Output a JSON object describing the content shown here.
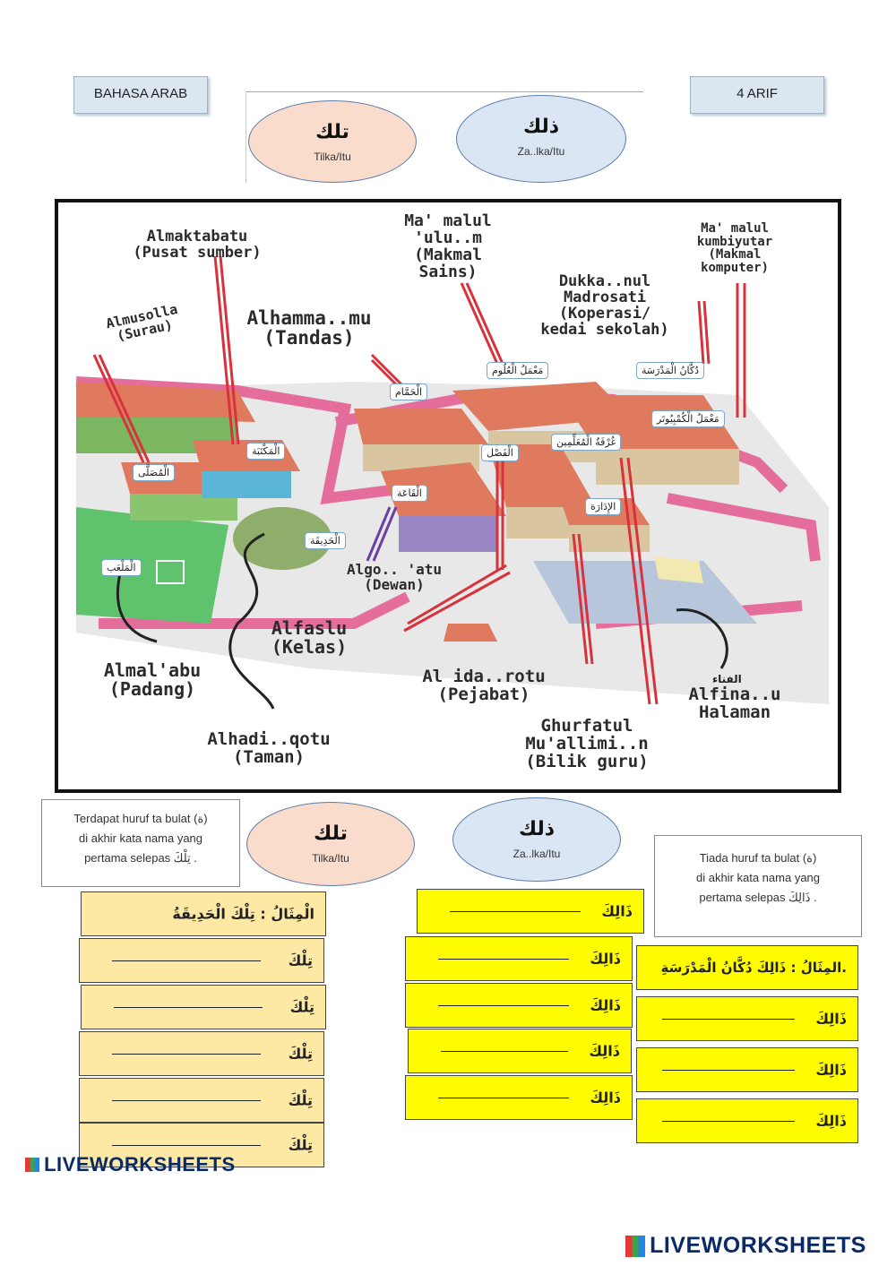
{
  "header": {
    "subject": "BAHASA ARAB",
    "class": "4 ARIF"
  },
  "top_ellipses": [
    {
      "arabic": "تلك",
      "latin": "Tilka/Itu"
    },
    {
      "arabic": "ذلك",
      "latin": "Za..lka/Itu"
    }
  ],
  "map": {
    "labels": {
      "maktabah": "Almaktabatu\n(Pusat sumber)",
      "makmal_sains": "Ma' malul\n'ulu..m\n(Makmal\nSains)",
      "makmal_komputer": "Ma' malul\nkumbiyutar\n(Makmal\nkomputer)",
      "dukkan": "Dukka..nul\nMadrosati\n(Koperasi/\nkedai sekolah)",
      "musolla": "Almusolla\n(Surau)",
      "hammam": "Alhamma..mu\n(Tandas)",
      "qaah": "Algo.. 'atu\n(Dewan)",
      "fasl": "Alfaslu\n(Kelas)",
      "malab": "Almal'abu\n(Padang)",
      "idarah": "Al ida..rotu\n(Pejabat)",
      "finaa": "Alfina..u\nHalaman",
      "hadiqah": "Alhadi..qotu\n(Taman)",
      "ghurfah": "Ghurfatul\nMu'allimi..n\n(Bilik guru)"
    },
    "tags": {
      "makmal_ulum": "مَعْمَلُ الْعُلُوم",
      "dukkan_madrasah": "دُكَّانُ الْمَدْرَسَة",
      "hammam": "الْحَمَّام",
      "maktabah": "الْمَكْتَبَة",
      "musolla": "الْمُصَلَّى",
      "fasl": "الْفَصْل",
      "ghurfah": "غُرْفَةُ الْمُعَلِّمِين",
      "komputer": "مَعْمَلُ الْكُمْبِيُوتَر",
      "qaah": "الْقَاعَة",
      "idarah": "الإِدَارَة",
      "hadiqah": "الْحَدِيقَة",
      "malab": "الْمَلْعَب",
      "finaa": "الفناء"
    }
  },
  "bottom_ellipses": [
    {
      "arabic": "تلك",
      "latin": "Tilka/Itu"
    },
    {
      "arabic": "ذلك",
      "latin": "Za..lka/Itu"
    }
  ],
  "notes": {
    "left": {
      "line1": "Terdapat huruf ta bulat (ة)",
      "line2": "di akhir kata nama yang",
      "line3": "pertama selepas تِلْكَ ."
    },
    "right": {
      "line1": "Tiada huruf ta bulat (ة)",
      "line2": "di akhir kata nama yang",
      "line3": "pertama selepas ذَالِكَ ."
    }
  },
  "left_column": {
    "example": "الْمِثَالُ : تِلْكَ الْحَدِيقَةُ",
    "rows": [
      "تِلْكَ",
      "تِلْكَ",
      "تِلْكَ",
      "تِلْكَ",
      "تِلْكَ"
    ]
  },
  "middle_column": {
    "rows": [
      "ذَالِكَ",
      "ذَالِكَ",
      "ذَالِكَ",
      "ذَالِكَ",
      "ذَالِكَ"
    ]
  },
  "right_column": {
    "example": "المِثَالُ : ذَالِكَ دُكَّانُ الْمَدْرَسَةِ.",
    "rows": [
      "ذَالِكَ",
      "ذَالِكَ",
      "ذَالِكَ"
    ]
  },
  "branding": {
    "small": "LIVEWORKSHEETS",
    "large": "LIVEWORKSHEETS"
  },
  "colors": {
    "peach_ellipse": "#f9dccb",
    "blue_ellipse": "#dbe6f4",
    "row_peach": "#fde8a4",
    "row_yellow": "#fffb00"
  }
}
